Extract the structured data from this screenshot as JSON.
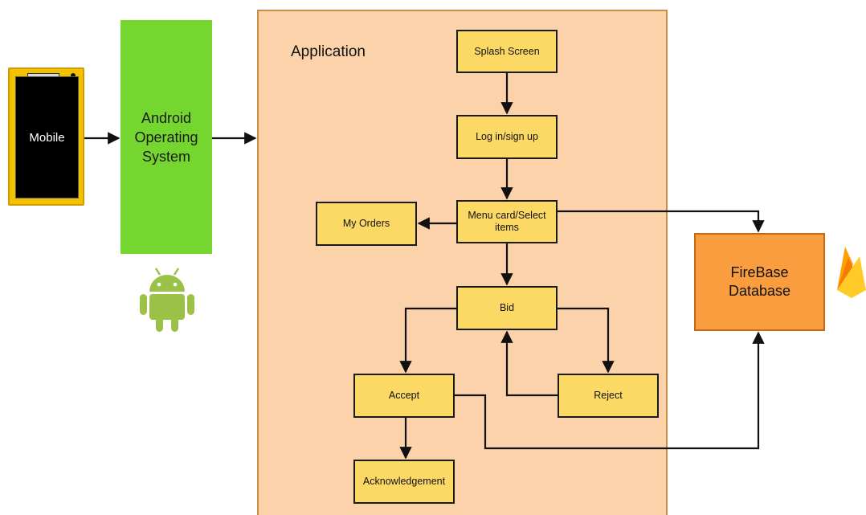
{
  "application_label": "Application",
  "mobile_label": "Mobile",
  "android_lines": [
    "Android",
    "Operating",
    "System"
  ],
  "firebase_lines": [
    "FireBase",
    "Database"
  ],
  "nodes": {
    "splash": "Splash Screen",
    "login": "Log in/sign up",
    "menu_line1": "Menu card/Select",
    "menu_line2": "items",
    "my_orders": "My Orders",
    "bid": "Bid",
    "accept": "Accept",
    "reject": "Reject",
    "acknowledgement": "Acknowledgement"
  },
  "icons": [
    "android-logo-icon",
    "firebase-flame-icon"
  ],
  "colors": {
    "node_fill": "#fcd865",
    "app_panel": "#fbd2a9",
    "android_green": "#74d62f",
    "firebase_orange": "#f99d3f",
    "phone_yellow": "#f2c200"
  }
}
